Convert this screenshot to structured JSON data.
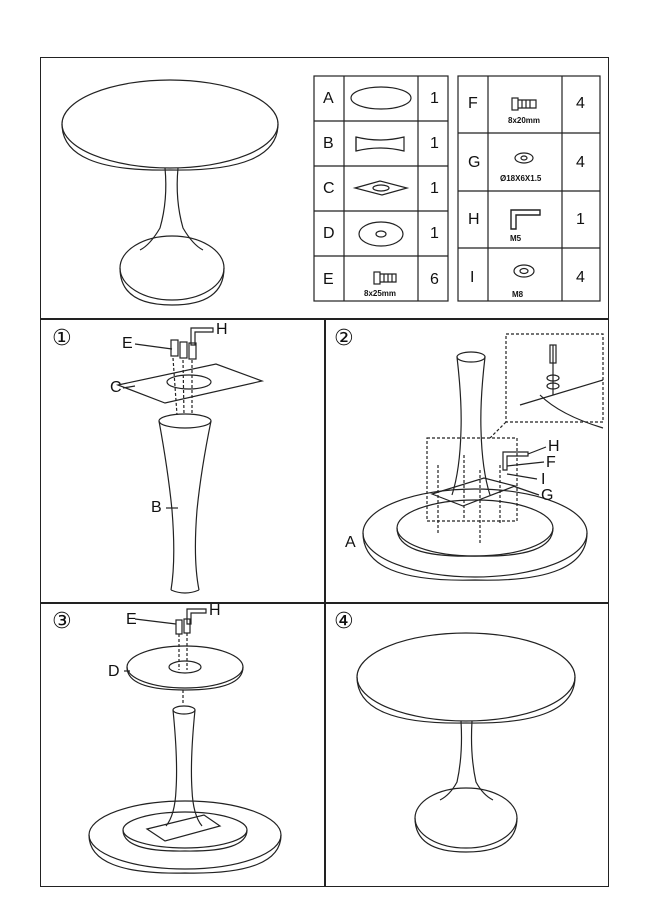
{
  "parts_left": [
    {
      "letter": "A",
      "qty": "1",
      "caption": ""
    },
    {
      "letter": "B",
      "qty": "1",
      "caption": ""
    },
    {
      "letter": "C",
      "qty": "1",
      "caption": ""
    },
    {
      "letter": "D",
      "qty": "1",
      "caption": ""
    },
    {
      "letter": "E",
      "qty": "6",
      "caption": "8x25mm"
    }
  ],
  "parts_right": [
    {
      "letter": "F",
      "qty": "4",
      "caption": "8x20mm"
    },
    {
      "letter": "G",
      "qty": "4",
      "caption": "Ø18X6X1.5"
    },
    {
      "letter": "H",
      "qty": "1",
      "caption": "M5"
    },
    {
      "letter": "I",
      "qty": "4",
      "caption": "M8"
    }
  ],
  "steps": {
    "s1": {
      "num": "①",
      "labels": {
        "E": "E",
        "H": "H",
        "C": "C",
        "B": "B"
      }
    },
    "s2": {
      "num": "②",
      "labels": {
        "H": "H",
        "F": "F",
        "I": "I",
        "G": "G",
        "A": "A"
      }
    },
    "s3": {
      "num": "③",
      "labels": {
        "E": "E",
        "H": "H",
        "D": "D"
      }
    },
    "s4": {
      "num": "④"
    }
  }
}
